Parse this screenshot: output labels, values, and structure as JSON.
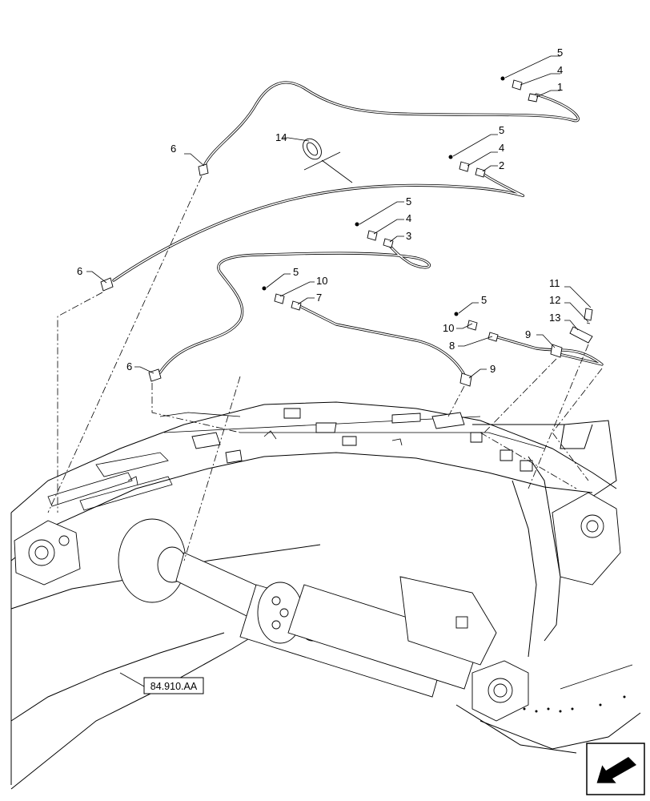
{
  "callouts": [
    {
      "id": "c5a",
      "text": "5"
    },
    {
      "id": "c4a",
      "text": "4"
    },
    {
      "id": "c1",
      "text": "1"
    },
    {
      "id": "c14",
      "text": "14"
    },
    {
      "id": "c6a",
      "text": "6"
    },
    {
      "id": "c5b",
      "text": "5"
    },
    {
      "id": "c4b",
      "text": "4"
    },
    {
      "id": "c2",
      "text": "2"
    },
    {
      "id": "c5c",
      "text": "5"
    },
    {
      "id": "c4c",
      "text": "4"
    },
    {
      "id": "c3",
      "text": "3"
    },
    {
      "id": "c6b",
      "text": "6"
    },
    {
      "id": "c5d",
      "text": "5"
    },
    {
      "id": "c10a",
      "text": "10"
    },
    {
      "id": "c7",
      "text": "7"
    },
    {
      "id": "c11",
      "text": "11"
    },
    {
      "id": "c12",
      "text": "12"
    },
    {
      "id": "c13",
      "text": "13"
    },
    {
      "id": "c5e",
      "text": "5"
    },
    {
      "id": "c10b",
      "text": "10"
    },
    {
      "id": "c8",
      "text": "8"
    },
    {
      "id": "c9a",
      "text": "9"
    },
    {
      "id": "c9b",
      "text": "9"
    },
    {
      "id": "c6c",
      "text": "6"
    }
  ],
  "reference_box": {
    "text": "84.910.AA"
  },
  "nav_icon": "arrow-down-left-icon"
}
